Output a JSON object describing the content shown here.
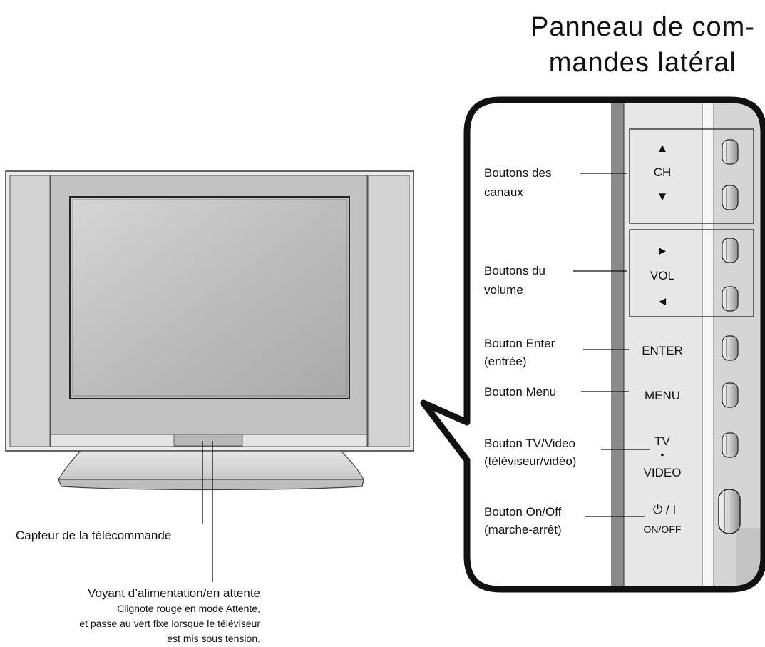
{
  "title_lines": [
    "Panneau de com-",
    "mandes latéral"
  ],
  "labels": {
    "channel_buttons": [
      "Boutons des",
      "canaux"
    ],
    "volume_buttons": [
      "Boutons du",
      "volume"
    ],
    "enter_button": [
      "Bouton Enter",
      "(entrée)"
    ],
    "menu_button": "Bouton Menu",
    "tv_video_button": [
      "Bouton TV/Video",
      "(téléviseur/vidéo)"
    ],
    "power_button": [
      "Bouton On/Off",
      "(marche-arrêt)"
    ],
    "remote_sensor": "Capteur de la télécommande",
    "power_indicator": "Voyant d’alimentation/en attente",
    "power_indicator_note": [
      "Clignote rouge en mode Attente,",
      "et passe au vert fixe lorsque le téléviseur",
      "est mis sous tension."
    ]
  },
  "panel": {
    "ch_up": "▲",
    "ch": "CH",
    "ch_down": "▼",
    "vol_up": "►",
    "vol": "VOL",
    "vol_down": "◄",
    "enter": "ENTER",
    "menu": "MENU",
    "tv": "TV",
    "tv_dot": "•",
    "video": "VIDEO",
    "power_symbol": "⏻ / I",
    "on_off": "ON/OFF"
  }
}
